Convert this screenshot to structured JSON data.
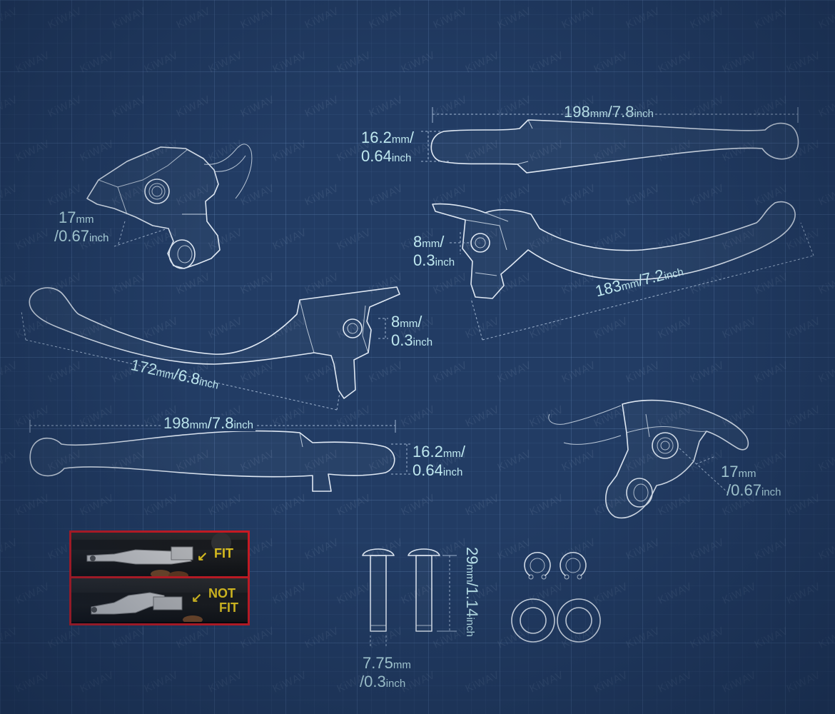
{
  "brand": {
    "watermark": "KiWAV"
  },
  "dimensions": {
    "top_straight_length": {
      "value": "198",
      "unit_mm": "mm",
      "sep": "/",
      "value2": "7.8",
      "unit_in": "inch"
    },
    "top_straight_thickness": {
      "value": "16.2",
      "unit_mm": "mm",
      "sep": "/",
      "value2": "0.64",
      "unit_in": "inch"
    },
    "top_left_pivot": {
      "value": "17",
      "unit_mm": "mm",
      "sep": "/",
      "value2": "0.67",
      "unit_in": "inch"
    },
    "right_lever_pivot": {
      "value": "8",
      "unit_mm": "mm",
      "sep": "/",
      "value2": "0.3",
      "unit_in": "inch"
    },
    "right_lever_length": {
      "value": "183",
      "unit_mm": "mm",
      "sep": "/",
      "value2": "7.2",
      "unit_in": "inch"
    },
    "left_lever_pivot": {
      "value": "8",
      "unit_mm": "mm",
      "sep": "/",
      "value2": "0.3",
      "unit_in": "inch"
    },
    "left_lever_length": {
      "value": "172",
      "unit_mm": "mm",
      "sep": "/",
      "value2": "6.8",
      "unit_in": "inch"
    },
    "bottom_straight_length": {
      "value": "198",
      "unit_mm": "mm",
      "sep": "/",
      "value2": "7.8",
      "unit_in": "inch"
    },
    "bottom_straight_thickness": {
      "value": "16.2",
      "unit_mm": "mm",
      "sep": "/",
      "value2": "0.64",
      "unit_in": "inch"
    },
    "bottom_right_pivot": {
      "value": "17",
      "unit_mm": "mm",
      "sep": "/",
      "value2": "0.67",
      "unit_in": "inch"
    },
    "pin_length": {
      "value": "29",
      "unit_mm": "mm",
      "sep": "/",
      "value2": "1.14",
      "unit_in": "inch"
    },
    "pin_diameter": {
      "value": "7.75",
      "unit_mm": "mm",
      "sep": "/",
      "value2": "0.3",
      "unit_in": "inch"
    }
  },
  "fit_panel": {
    "fit_label": "FIT",
    "not_label": "NOT",
    "not_fit_label": "FIT",
    "arrow": "↙"
  },
  "colors": {
    "background": "#223c64",
    "line": "#dfe8f3",
    "label": "#bfe8ef",
    "frame": "#d71920",
    "highlight": "#f2d11b"
  }
}
